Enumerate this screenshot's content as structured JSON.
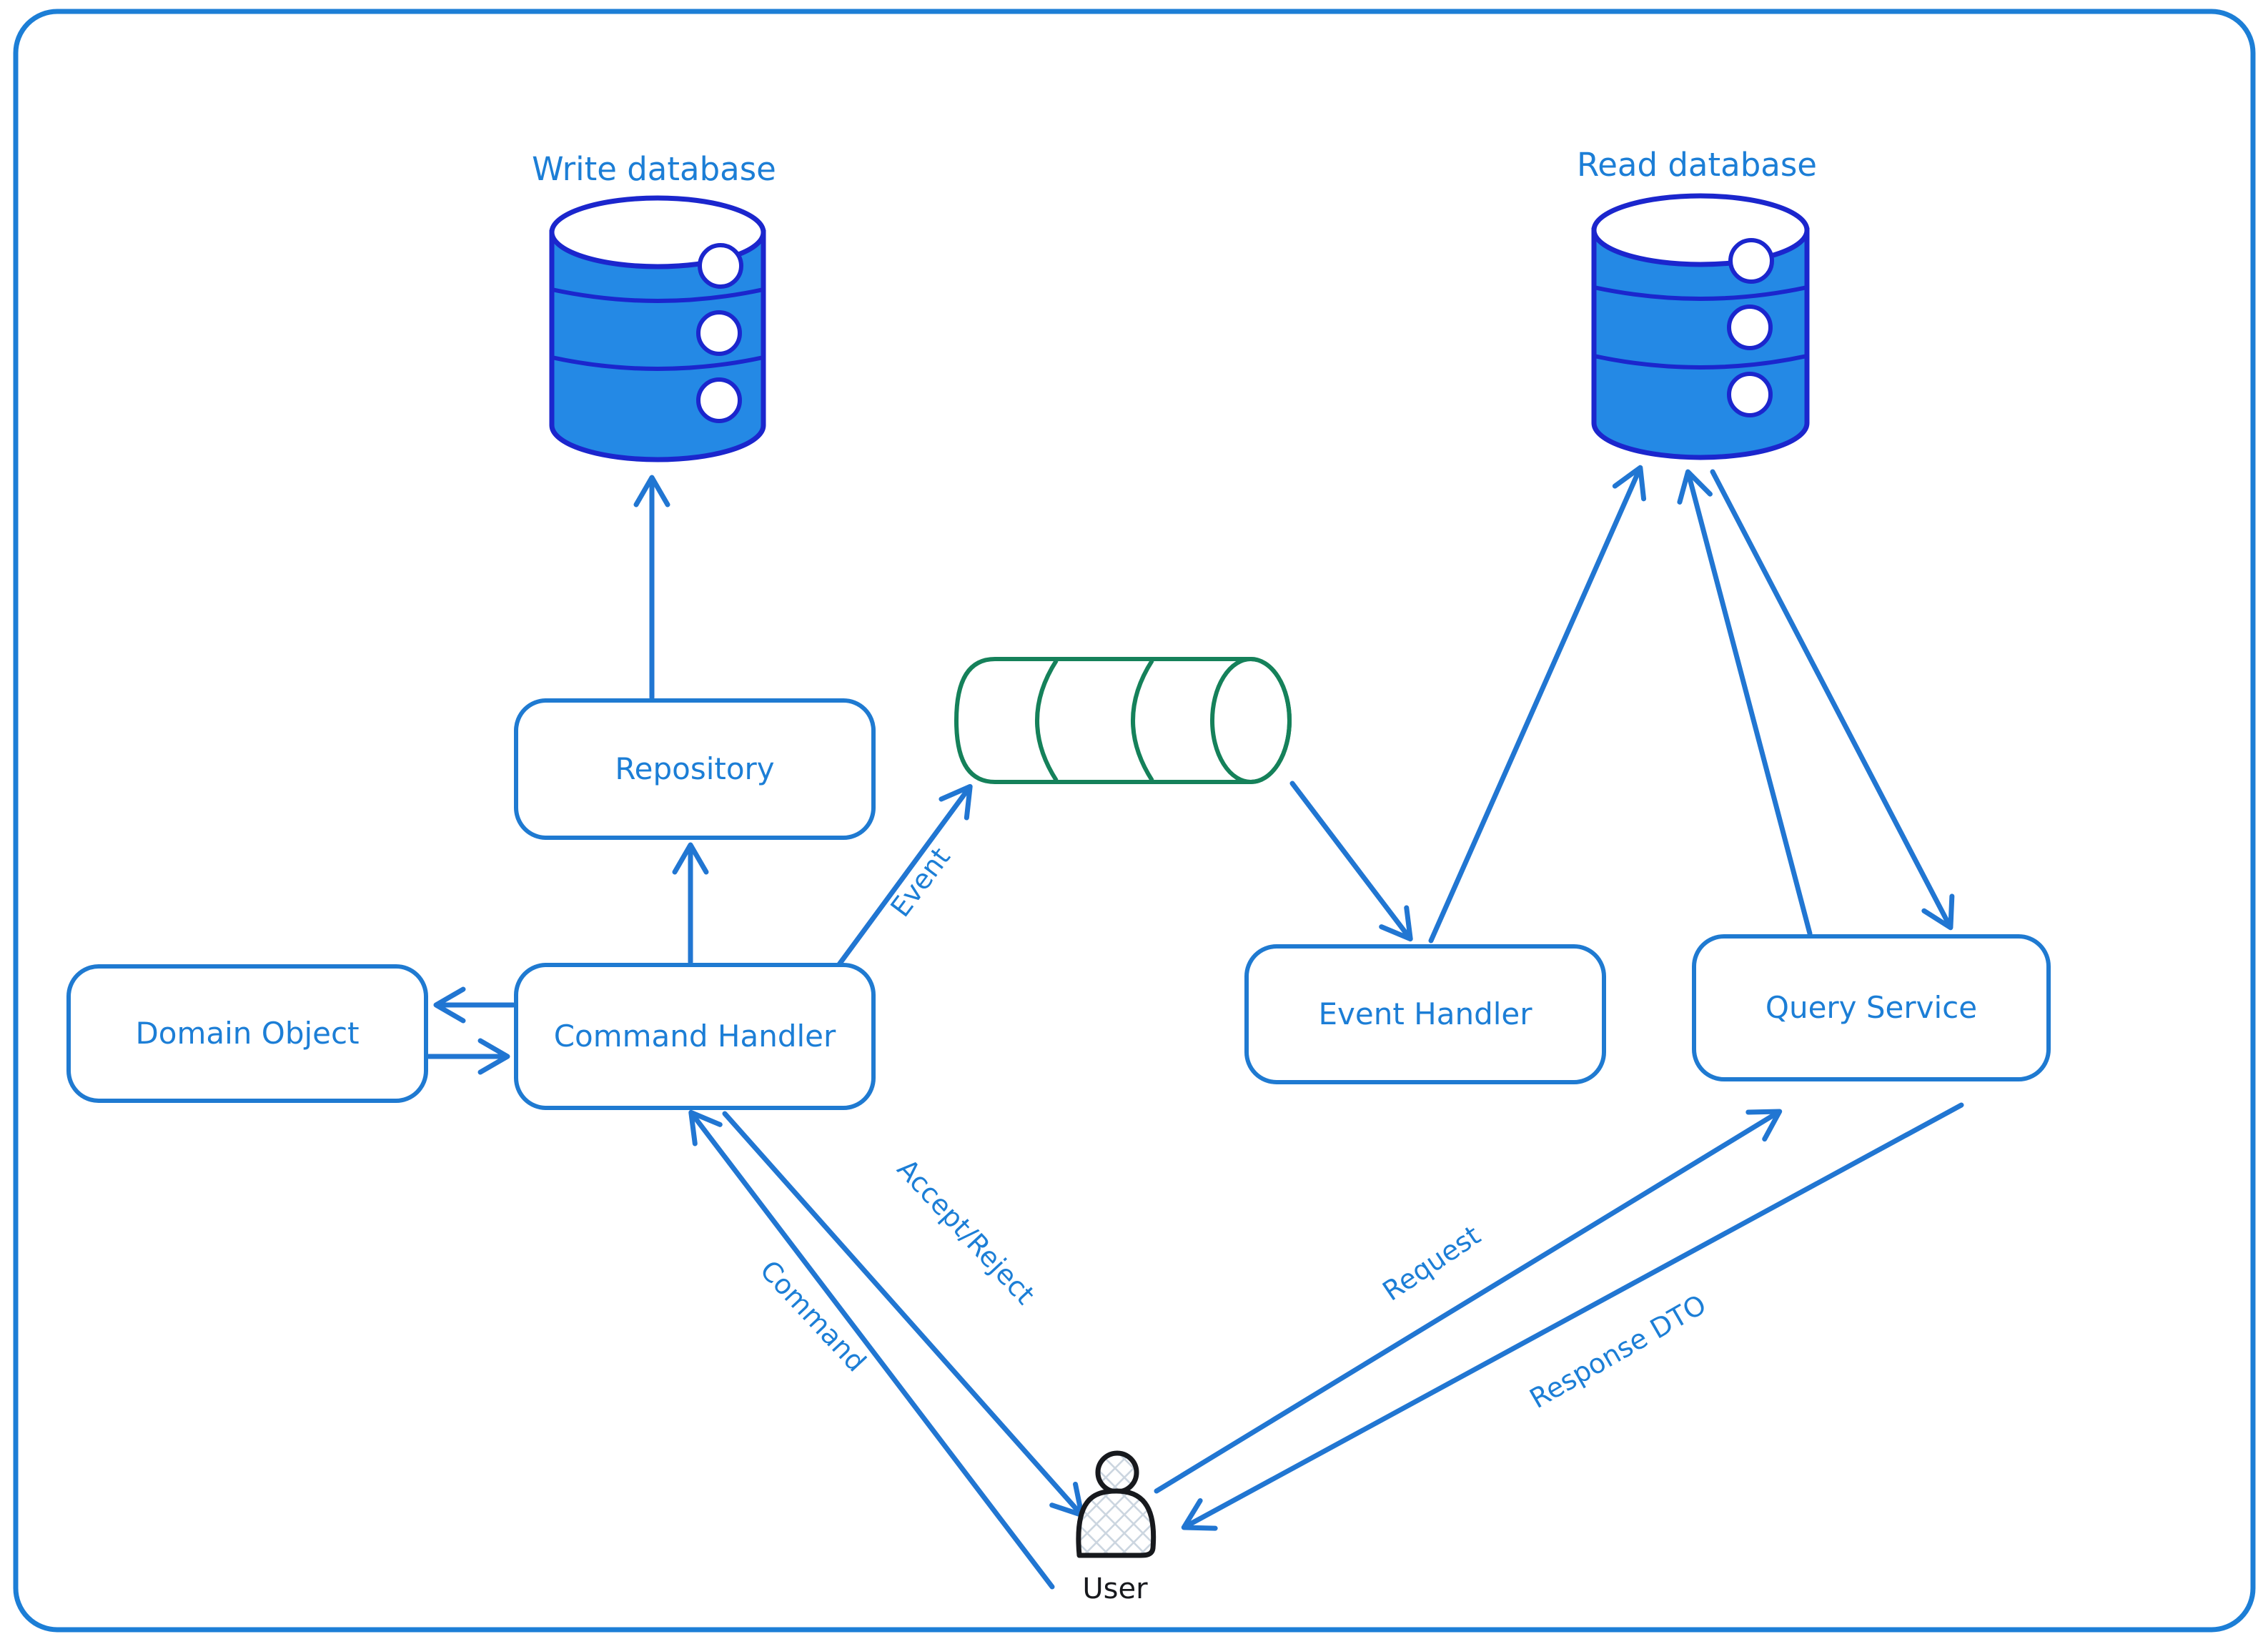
{
  "nodes": {
    "write_database": {
      "label": "Write database",
      "type": "database-cylinder"
    },
    "read_database": {
      "label": "Read database",
      "type": "database-cylinder"
    },
    "repository": {
      "label": "Repository"
    },
    "domain_object": {
      "label": "Domain Object"
    },
    "command_handler": {
      "label": "Command Handler"
    },
    "event_handler": {
      "label": "Event Handler"
    },
    "query_service": {
      "label": "Query Service"
    },
    "event_queue": {
      "label": "",
      "type": "message-queue-cylinder"
    },
    "user": {
      "label": "User",
      "type": "person"
    }
  },
  "edges": [
    {
      "from": "repository",
      "to": "write_database",
      "label": ""
    },
    {
      "from": "command_handler",
      "to": "repository",
      "label": ""
    },
    {
      "from": "command_handler",
      "to": "domain_object",
      "label": ""
    },
    {
      "from": "domain_object",
      "to": "command_handler",
      "label": ""
    },
    {
      "from": "command_handler",
      "to": "event_queue",
      "label": "Event"
    },
    {
      "from": "event_queue",
      "to": "event_handler",
      "label": ""
    },
    {
      "from": "event_handler",
      "to": "read_database",
      "label": ""
    },
    {
      "from": "query_service",
      "to": "read_database",
      "label": ""
    },
    {
      "from": "read_database",
      "to": "query_service",
      "label": ""
    },
    {
      "from": "user",
      "to": "command_handler",
      "label": "Command"
    },
    {
      "from": "command_handler",
      "to": "user",
      "label": "Accept/Reject"
    },
    {
      "from": "user",
      "to": "query_service",
      "label": "Request"
    },
    {
      "from": "query_service",
      "to": "user",
      "label": "Response DTO"
    }
  ],
  "colors": {
    "ink_blue": "#1c7ed6",
    "arrow_blue": "#2176d2",
    "db_fill": "#2489e5",
    "db_outline": "#1b26cd",
    "queue_outline": "#15815a",
    "queue_hatch": "#53c46e",
    "user_outline": "#17191d",
    "user_hatch": "#ccd6e0",
    "background": "#ffffff"
  }
}
